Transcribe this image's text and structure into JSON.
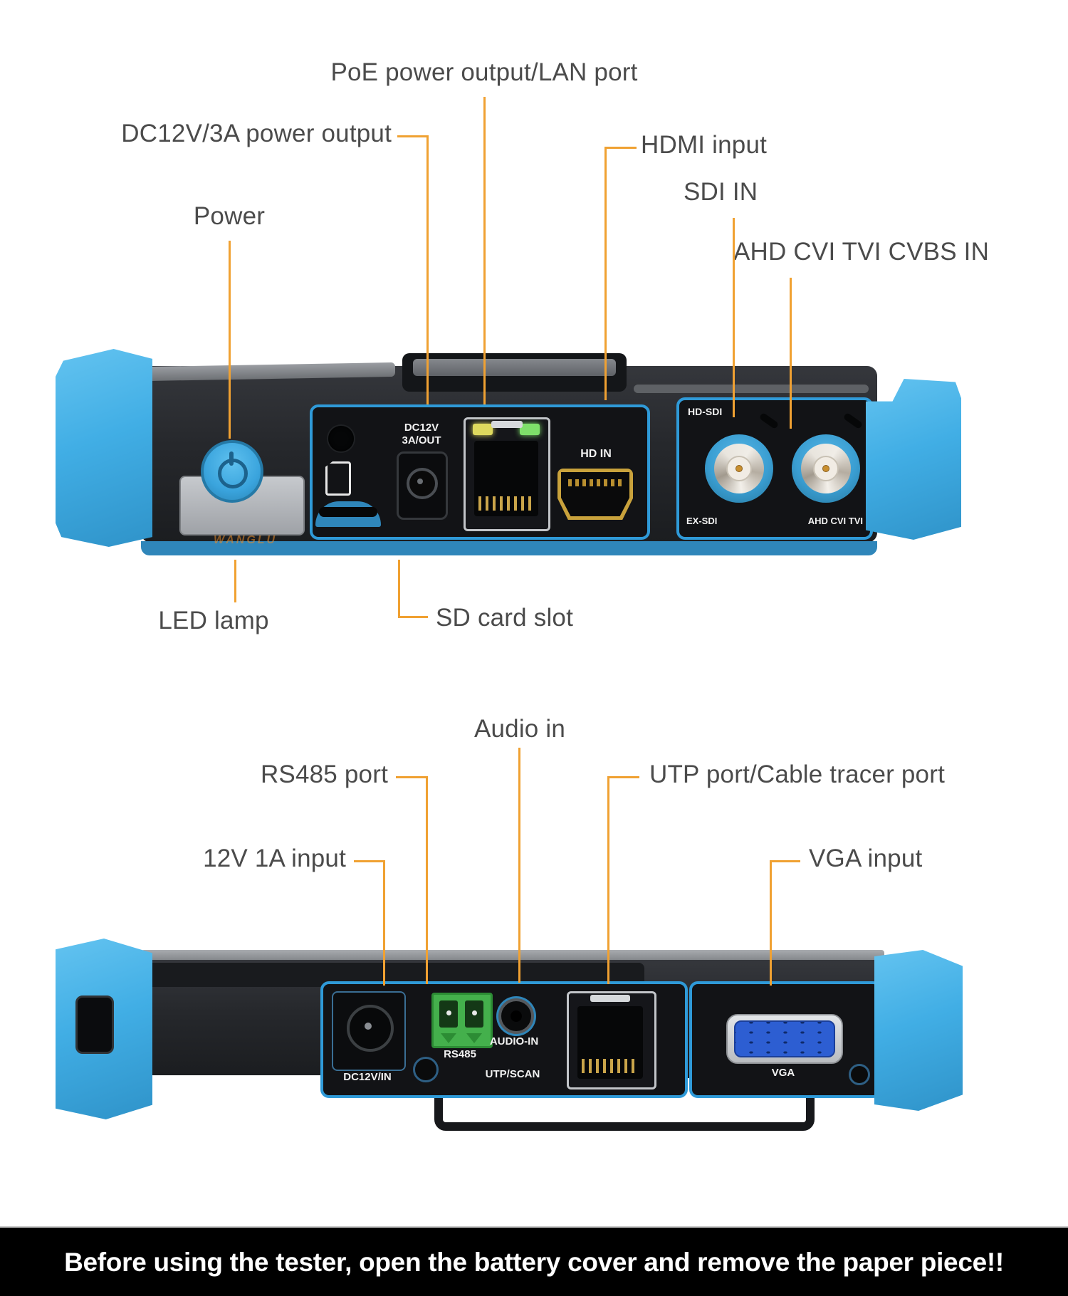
{
  "colors": {
    "accent_orange": "#F0A132",
    "device_blue": "#41AEE5",
    "panel_border_blue": "#2F9AD8",
    "body_dark": "#26282C",
    "label_gray": "#4B4B4B",
    "banner_bg": "#000000",
    "banner_text": "#FFFFFF"
  },
  "top": {
    "callouts": {
      "poe": {
        "text": "PoE power output/LAN port"
      },
      "dc_out": {
        "text": "DC12V/3A power output"
      },
      "power": {
        "text": "Power"
      },
      "hdmi": {
        "text": "HDMI input"
      },
      "sdi": {
        "text": "SDI IN"
      },
      "ahd": {
        "text": "AHD CVI TVI CVBS IN"
      },
      "led": {
        "text": "LED lamp"
      },
      "sd": {
        "text": "SD card slot"
      }
    },
    "device": {
      "dc_label_line1": "DC12V",
      "dc_label_line2": "3A/OUT",
      "hdmi_label": "HD IN",
      "hd_sdi_label": "HD-SDI",
      "ex_sdi_label": "EX-SDI",
      "ahd_label": "AHD CVI TVI",
      "brand": "WANGLU"
    }
  },
  "bottom": {
    "callouts": {
      "audio": {
        "text": "Audio in"
      },
      "rs485": {
        "text": "RS485 port"
      },
      "utp": {
        "text": "UTP port/Cable tracer port"
      },
      "dc_in": {
        "text": "12V 1A input"
      },
      "vga": {
        "text": "VGA input"
      }
    },
    "device": {
      "dc_in_label": "DC12V/IN",
      "rs485_label": "RS485",
      "audio_label": "AUDIO-IN",
      "utp_label": "UTP/SCAN",
      "vga_label": "VGA"
    }
  },
  "banner": {
    "text": "Before using the tester, open the battery cover and remove the paper piece!!"
  }
}
